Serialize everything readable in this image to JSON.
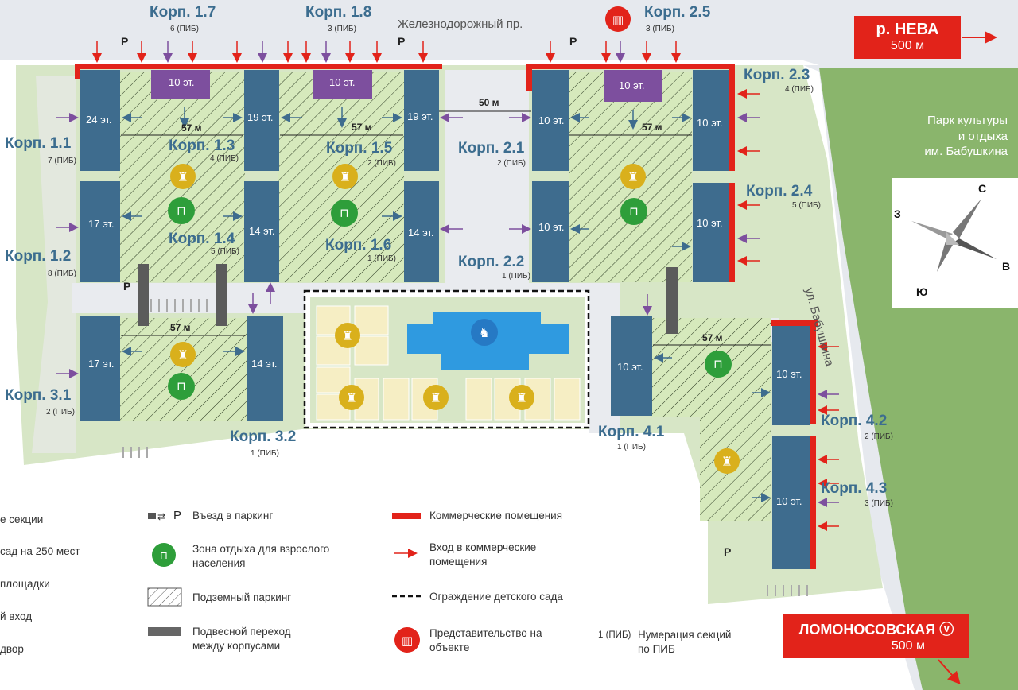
{
  "street_top": "Железнодорожный пр.",
  "street_right": "ул. Бабушкина",
  "park_lines": [
    "Парк культуры",
    "и отдыха",
    "им. Бабушкина"
  ],
  "neva": {
    "title": "р. НЕВА",
    "dist": "500 м"
  },
  "metro": {
    "title": "ЛОМОНОСОВСКАЯ",
    "dist": "500 м"
  },
  "compass": {
    "n": "С",
    "s": "Ю",
    "e": "В",
    "w": "З"
  },
  "corps": [
    {
      "id": "1.1",
      "label": "Корп. 1.1",
      "pib": "7 (ПИБ)"
    },
    {
      "id": "1.2",
      "label": "Корп. 1.2",
      "pib": "8 (ПИБ)"
    },
    {
      "id": "1.3",
      "label": "Корп. 1.3",
      "pib": "4 (ПИБ)"
    },
    {
      "id": "1.4",
      "label": "Корп. 1.4",
      "pib": "5 (ПИБ)"
    },
    {
      "id": "1.5",
      "label": "Корп. 1.5",
      "pib": "2 (ПИБ)"
    },
    {
      "id": "1.6",
      "label": "Корп. 1.6",
      "pib": "1 (ПИБ)"
    },
    {
      "id": "1.7",
      "label": "Корп. 1.7",
      "pib": "6 (ПИБ)"
    },
    {
      "id": "1.8",
      "label": "Корп. 1.8",
      "pib": "3 (ПИБ)"
    },
    {
      "id": "2.1",
      "label": "Корп. 2.1",
      "pib": "2 (ПИБ)"
    },
    {
      "id": "2.2",
      "label": "Корп. 2.2",
      "pib": "1 (ПИБ)"
    },
    {
      "id": "2.3",
      "label": "Корп. 2.3",
      "pib": "4 (ПИБ)"
    },
    {
      "id": "2.4",
      "label": "Корп. 2.4",
      "pib": "5 (ПИБ)"
    },
    {
      "id": "2.5",
      "label": "Корп. 2.5",
      "pib": "3 (ПИБ)"
    },
    {
      "id": "3.1",
      "label": "Корп. 3.1",
      "pib": "2 (ПИБ)"
    },
    {
      "id": "3.2",
      "label": "Корп. 3.2",
      "pib": "1 (ПИБ)"
    },
    {
      "id": "4.1",
      "label": "Корп. 4.1",
      "pib": "1 (ПИБ)"
    },
    {
      "id": "4.2",
      "label": "Корп. 4.2",
      "pib": "2 (ПИБ)"
    },
    {
      "id": "4.3",
      "label": "Корп. 4.3",
      "pib": "3 (ПИБ)"
    }
  ],
  "floors": {
    "f24": "24 эт.",
    "f19": "19 эт.",
    "f17": "17 эт.",
    "f14": "14 эт.",
    "f10": "10 эт."
  },
  "distances": {
    "d57": "57 м",
    "d50": "50 м"
  },
  "parking_letter": "Р",
  "legend": {
    "left": [
      "е секции",
      "сад на 250 мест",
      "площадки",
      "й вход",
      "двор"
    ],
    "parking_entry": "Въезд в паркинг",
    "rest_zone": "Зона отдыха для взрослого населения",
    "underground": "Подземный паркинг",
    "bridge": "Подвесной переход между корпусами",
    "commercial": "Коммерческие помещения",
    "commercial_entry": "Вход в коммерческие помещения",
    "kg_fence": "Ограждение детского сада",
    "office": "Представительство на объекте",
    "pib_example": "1 (ПИБ)",
    "pib_text": "Нумерация секций по ПИБ"
  },
  "colors": {
    "building": "#3e6c8e",
    "commercial": "#e2231a",
    "purple": "#7d4f9e",
    "green": "#2e9e3a",
    "yellow": "#d9b01c",
    "park": "#8ab56c",
    "pool": "#2f9ae0"
  }
}
